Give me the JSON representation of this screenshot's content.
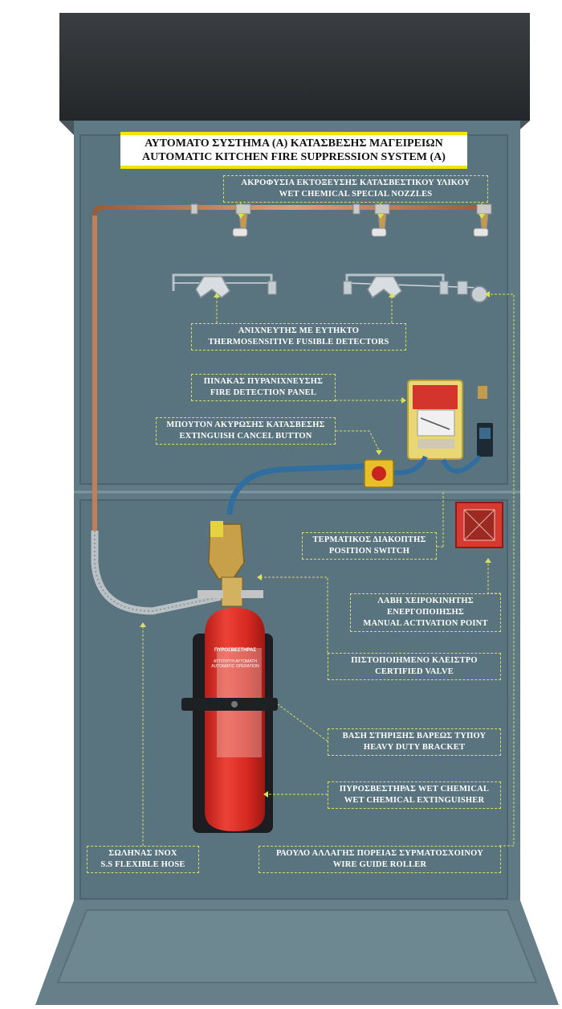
{
  "title": {
    "greek": "ΑΥΤΟΜΑΤΟ ΣΥΣΤΗΜΑ (Α) ΚΑΤΑΣΒΕΣΗΣ ΜΑΓΕΙΡΕΙΩΝ",
    "english": "AUTOMATIC KITCHEN FIRE SUPPRESSION SYSTEM (A)"
  },
  "labels": {
    "nozzles": {
      "greek": "ΑΚΡΟΦΥΣΙΑ ΕΚΤΟΞΕΥΣΗΣ ΚΑΤΑΣΒΕΣΤΙΚΟΥ ΥΛΙΚΟΥ",
      "english": "WET CHEMICAL SPECIAL NOZZLES"
    },
    "detectors": {
      "greek": "ΑΝΙΧΝΕΥΤΗΣ ΜΕ ΕΥΤΗΚΤΟ",
      "english": "THERMOSENSITIVE FUSIBLE DETECTORS"
    },
    "panel": {
      "greek": "ΠΙΝΑΚΑΣ ΠΥΡΑΝΙΧΝΕΥΣΗΣ",
      "english": "FIRE DETECTION PANEL"
    },
    "cancel": {
      "greek": "ΜΠΟΥΤΟΝ ΑΚΥΡΩΣΗΣ ΚΑΤΑΣΒΕΣΗΣ",
      "english": "EXTINGUISH CANCEL BUTTON"
    },
    "switch": {
      "greek": "ΤΕΡΜΑΤΙΚΟΣ ΔΙΑΚΟΠΤΗΣ",
      "english": "POSITION SWITCH"
    },
    "manual": {
      "greek1": "ΛΑΒΗ ΧΕΙΡΟΚΙΝΗΤΗΣ",
      "greek2": "ΕΝΕΡΓΟΠΟΙΗΣΗΣ",
      "english": "MANUAL ACTIVATION POINT"
    },
    "valve": {
      "greek": "ΠΙΣΤΟΠΟΙΗΜΕΝΟ ΚΛΕΙΣΤΡΟ",
      "english": "CERTIFIED VALVE"
    },
    "bracket": {
      "greek": "ΒΑΣΗ ΣΤΗΡΙΞΗΣ ΒΑΡΕΩΣ ΤΥΠΟΥ",
      "english": "HEAVY DUTY BRACKET"
    },
    "extinguisher": {
      "greek": "ΠΥΡΟΣΒΕΣΤΗΡΑΣ WET CHEMICAL",
      "english": "WET CHEMICAL EXTINGUISHER"
    },
    "hose": {
      "greek": "ΣΩΛΗΝΑΣ INOX",
      "english": "S.S FLEXIBLE HOSE"
    },
    "roller": {
      "greek": "ΡΑΟΥΛΟ ΑΛΛΑΓΗΣ ΠΟΡΕΙΑΣ ΣΥΡΜΑΤΟΣΧΟΙΝΟΥ",
      "english": "WIRE GUIDE ROLLER"
    }
  },
  "extinguisher_text": {
    "brand": "ΠΥΡΟΣΒΕΣΤΗΡΑΣ",
    "line1": "ΑΥΤΟΥΡΓΗ ΑΥΤΟΜΑΤΗ",
    "line2": "AUTOMATIC OPERATION"
  },
  "colors": {
    "board": "#5f7a85",
    "header": "#2e3236",
    "copper": "#b8744a",
    "extinguisher": "#e0322a",
    "label_border": "#d8e060",
    "title_stripe": "#f2e600"
  }
}
